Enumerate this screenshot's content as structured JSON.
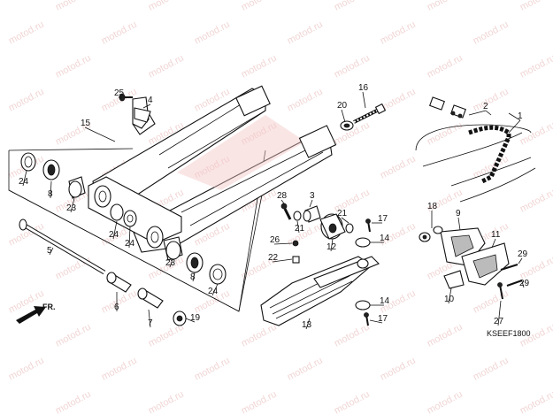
{
  "watermark": "motod.ru",
  "diagram_code": "KSEEF1800",
  "front_arrow_label": "FR.",
  "callouts": [
    "1",
    "2",
    "3",
    "4",
    "5",
    "6",
    "7",
    "8",
    "8",
    "9",
    "10",
    "11",
    "12",
    "13",
    "14",
    "14",
    "15",
    "16",
    "17",
    "17",
    "18",
    "19",
    "20",
    "21",
    "21",
    "22",
    "23",
    "23",
    "24",
    "24",
    "24",
    "24",
    "25",
    "26",
    "27",
    "28",
    "29",
    "29"
  ]
}
